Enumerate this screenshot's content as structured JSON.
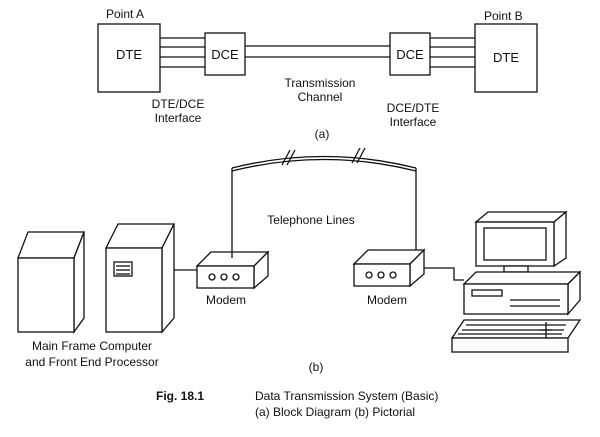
{
  "part_a": {
    "point_a": "Point A",
    "point_b": "Point B",
    "dte_left": "DTE",
    "dce_left": "DCE",
    "dce_right": "DCE",
    "dte_right": "DTE",
    "interface_left": [
      "DTE/DCE",
      "Interface"
    ],
    "channel": [
      "Transmission",
      "Channel"
    ],
    "interface_right": [
      "DCE/DTE",
      "Interface"
    ],
    "sub_label": "(a)"
  },
  "part_b": {
    "telephone_lines": "Telephone Lines",
    "modem_left": "Modem",
    "modem_right": "Modem",
    "mainframe": [
      "Main Frame Computer",
      "and Front End Processor"
    ],
    "sub_label": "(b)"
  },
  "caption": {
    "fig": "Fig. 18.1",
    "title": "Data Transmission System (Basic)",
    "subtitle": "(a) Block Diagram (b) Pictorial"
  }
}
